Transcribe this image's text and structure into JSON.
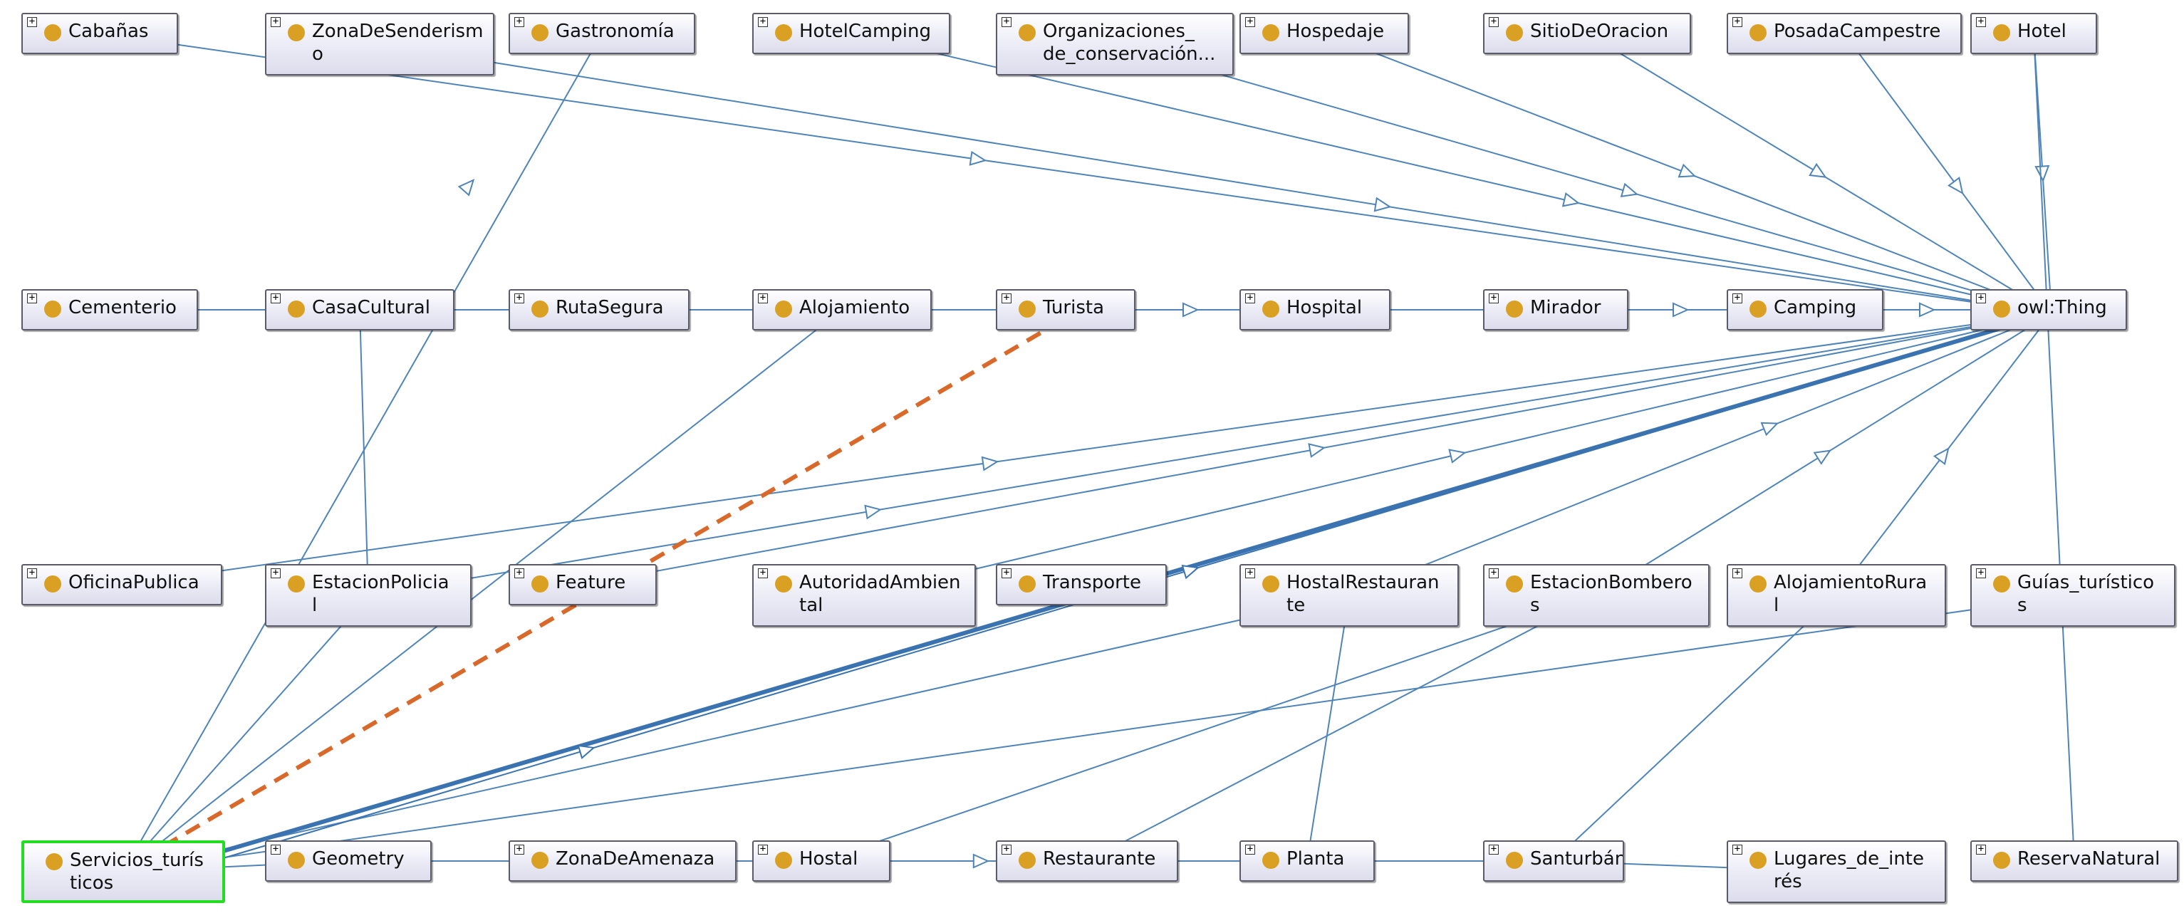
{
  "colors": {
    "edge": "#4f84b8",
    "edge_bold": "#3a73b0",
    "dashed": "#d9692a",
    "node_dot": "#d9a024",
    "selected_border": "#22dd22"
  },
  "nodes": [
    {
      "id": "cabanas",
      "label": "Cabañas",
      "expand": true
    },
    {
      "id": "zona_senderismo",
      "label": "ZonaDeSenderism\no",
      "expand": true
    },
    {
      "id": "gastronomia",
      "label": "Gastronomía",
      "expand": true
    },
    {
      "id": "hotelcamping",
      "label": "HotelCamping",
      "expand": true
    },
    {
      "id": "organizaciones",
      "label": "Organizaciones_\nde_conservación...",
      "expand": true
    },
    {
      "id": "hospedaje",
      "label": "Hospedaje",
      "expand": true
    },
    {
      "id": "sitiooracion",
      "label": "SitioDeOracion",
      "expand": true
    },
    {
      "id": "posada",
      "label": "PosadaCampestre",
      "expand": true
    },
    {
      "id": "hotel",
      "label": "Hotel",
      "expand": true
    },
    {
      "id": "cementerio",
      "label": "Cementerio",
      "expand": true
    },
    {
      "id": "casacultural",
      "label": "CasaCultural",
      "expand": true
    },
    {
      "id": "rutasegura",
      "label": "RutaSegura",
      "expand": true
    },
    {
      "id": "alojamiento",
      "label": "Alojamiento",
      "expand": true
    },
    {
      "id": "turista",
      "label": "Turista",
      "expand": true
    },
    {
      "id": "hospital",
      "label": "Hospital",
      "expand": true
    },
    {
      "id": "mirador",
      "label": "Mirador",
      "expand": true
    },
    {
      "id": "camping",
      "label": "Camping",
      "expand": true
    },
    {
      "id": "owlthing",
      "label": "owl:Thing",
      "expand": true
    },
    {
      "id": "oficinapublica",
      "label": "OficinaPublica",
      "expand": true
    },
    {
      "id": "estacionpolicial",
      "label": "EstacionPolicia\nl",
      "expand": true
    },
    {
      "id": "feature",
      "label": "Feature",
      "expand": true
    },
    {
      "id": "autoridad",
      "label": "AutoridadAmbien\ntal",
      "expand": true
    },
    {
      "id": "transporte",
      "label": "Transporte",
      "expand": true
    },
    {
      "id": "hostalrestaurante",
      "label": "HostalRestauran\nte",
      "expand": true
    },
    {
      "id": "estacionbomberos",
      "label": "EstacionBombero\ns",
      "expand": true
    },
    {
      "id": "alojamientorural",
      "label": "AlojamientoRura\nl",
      "expand": true
    },
    {
      "id": "guias",
      "label": "Guías_turístico\ns",
      "expand": true
    },
    {
      "id": "servicios",
      "label": "Servicios_turís\nticos",
      "expand": false,
      "selected": true
    },
    {
      "id": "geometry",
      "label": "Geometry",
      "expand": true
    },
    {
      "id": "zonaamenaza",
      "label": "ZonaDeAmenaza",
      "expand": true
    },
    {
      "id": "hostal",
      "label": "Hostal",
      "expand": true
    },
    {
      "id": "restaurante",
      "label": "Restaurante",
      "expand": true
    },
    {
      "id": "planta",
      "label": "Planta",
      "expand": true
    },
    {
      "id": "santurban",
      "label": "Santurbán",
      "expand": true
    },
    {
      "id": "lugares",
      "label": "Lugares_de_inte\nrés",
      "expand": true
    },
    {
      "id": "reservanatural",
      "label": "ReservaNatural",
      "expand": true
    }
  ]
}
